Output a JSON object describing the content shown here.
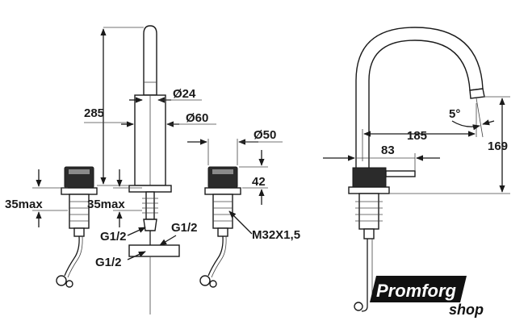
{
  "front_view": {
    "dim_height": "285",
    "dim_spout_diameter": "Ø24",
    "dim_body_diameter": "Ø60",
    "dim_handle_diameter": "Ø50",
    "dim_handle_height": "42",
    "dim_max_left": "35max",
    "dim_max_center": "35max",
    "thread_in_left": "G1/2",
    "thread_in_right": "G1/2",
    "thread_out": "G1/2",
    "thread_mount": "M32X1,5"
  },
  "side_view": {
    "dim_reach": "185",
    "dim_lever": "83",
    "dim_outlet_height": "169",
    "dim_angle": "5°"
  },
  "watermark": {
    "brand": "Promforg",
    "suffix": "shop",
    "colors": {
      "box": "#111111",
      "text": "#ffffff"
    }
  }
}
